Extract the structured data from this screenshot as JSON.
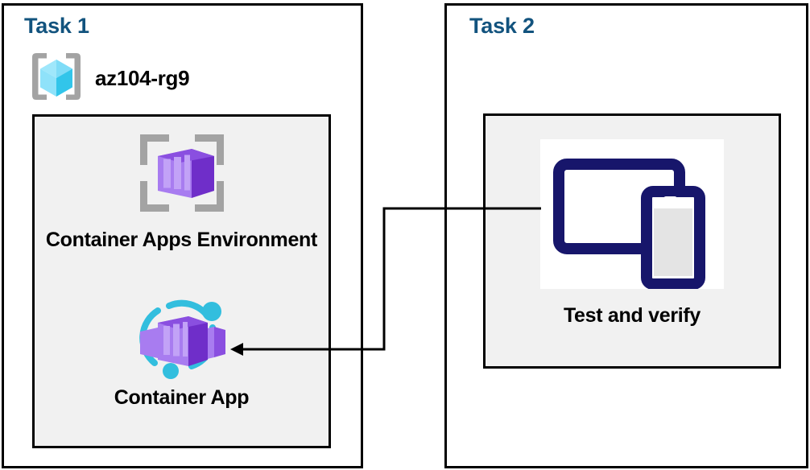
{
  "diagram": {
    "background_color": "#ffffff",
    "title_color": "#12537e",
    "panel_border_color": "#000000",
    "inner_box_fill": "#f1f1f1",
    "connector_color": "#000000"
  },
  "tasks": [
    {
      "id": "task-1",
      "title": "Task 1",
      "resource_group": {
        "name": "az104-rg9",
        "icon": "resource-group-icon"
      },
      "resources": [
        {
          "id": "container-apps-environment",
          "label": "Container Apps Environment",
          "icon": "container-apps-environment-icon"
        },
        {
          "id": "container-app",
          "label": "Container App",
          "icon": "container-app-icon"
        }
      ]
    },
    {
      "id": "task-2",
      "title": "Task 2",
      "resources": [
        {
          "id": "test-and-verify",
          "label": "Test and verify",
          "icon": "devices-test-icon"
        }
      ]
    }
  ],
  "connector": {
    "from": "test-and-verify",
    "to": "container-app",
    "arrow_direction": "left",
    "style": "elbow"
  }
}
